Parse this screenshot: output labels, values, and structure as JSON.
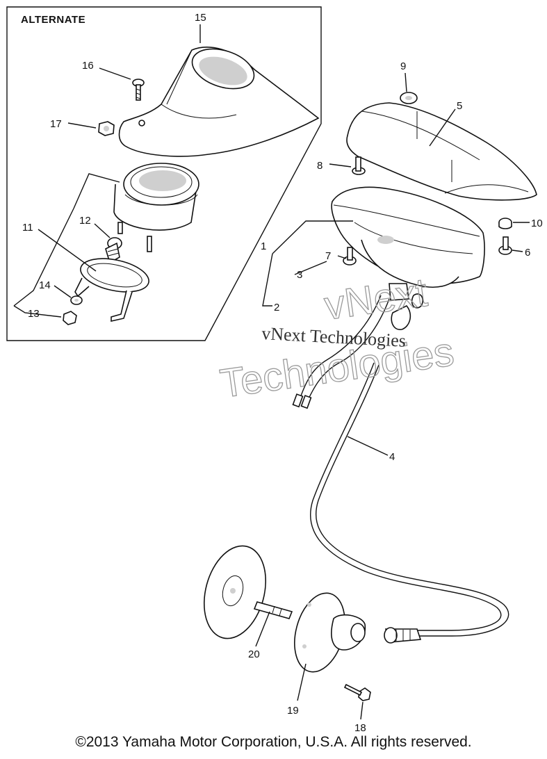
{
  "inset": {
    "header": "ALTERNATE"
  },
  "callouts": {
    "c1": "1",
    "c2": "2",
    "c3": "3",
    "c4": "4",
    "c5": "5",
    "c6": "6",
    "c7": "7",
    "c8": "8",
    "c9": "9",
    "c10": "10",
    "c11": "11",
    "c12": "12",
    "c13": "13",
    "c14": "14",
    "c15": "15",
    "c16": "16",
    "c17": "17",
    "c18": "18",
    "c19": "19",
    "c20": "20"
  },
  "watermark": {
    "outline_line1": "vNext",
    "outline_line2": "Technologies",
    "serif": "vNext Technologies"
  },
  "footer": {
    "copyright": "©2013 Yamaha Motor Corporation, U.S.A. All rights reserved."
  }
}
